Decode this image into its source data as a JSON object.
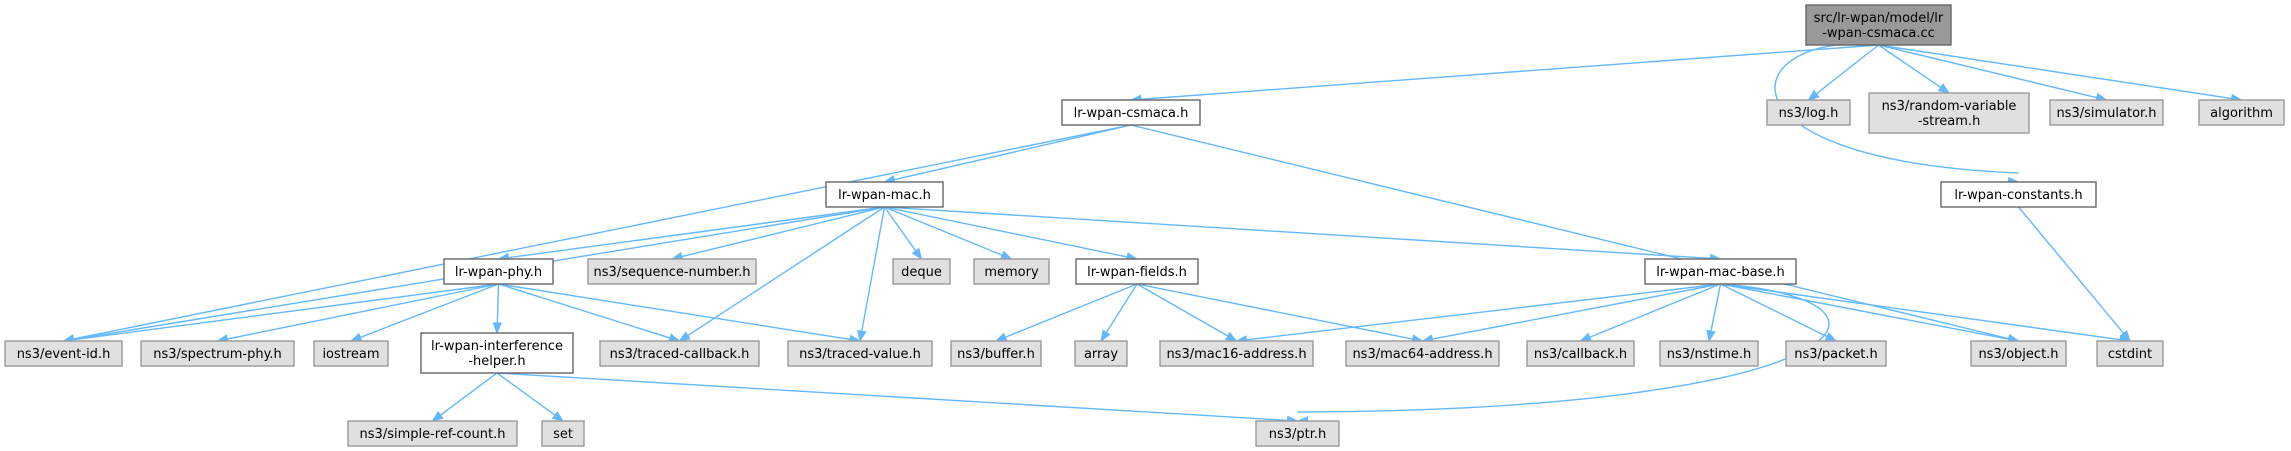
{
  "colors": {
    "root_fill": "#999999",
    "root_stroke": "#666666",
    "local_fill": "#ffffff",
    "local_stroke": "#666666",
    "external_fill": "#e0e0e0",
    "external_stroke": "#999999",
    "edge": "#63b8ff"
  },
  "nodes": [
    {
      "id": "root",
      "kind": "root",
      "lines": [
        "src/lr-wpan/model/lr",
        "-wpan-csmaca.cc"
      ]
    },
    {
      "id": "csmaca_h",
      "kind": "local",
      "lines": [
        "lr-wpan-csmaca.h"
      ]
    },
    {
      "id": "log_h",
      "kind": "external",
      "lines": [
        "ns3/log.h"
      ]
    },
    {
      "id": "rvs_h",
      "kind": "external",
      "lines": [
        "ns3/random-variable",
        "-stream.h"
      ]
    },
    {
      "id": "simulator_h",
      "kind": "external",
      "lines": [
        "ns3/simulator.h"
      ]
    },
    {
      "id": "algorithm",
      "kind": "external",
      "lines": [
        "algorithm"
      ]
    },
    {
      "id": "constants_h",
      "kind": "local",
      "lines": [
        "lr-wpan-constants.h"
      ]
    },
    {
      "id": "mac_h",
      "kind": "local",
      "lines": [
        "lr-wpan-mac.h"
      ]
    },
    {
      "id": "phy_h",
      "kind": "local",
      "lines": [
        "lr-wpan-phy.h"
      ]
    },
    {
      "id": "seqnum_h",
      "kind": "external",
      "lines": [
        "ns3/sequence-number.h"
      ]
    },
    {
      "id": "deque",
      "kind": "external",
      "lines": [
        "deque"
      ]
    },
    {
      "id": "memory",
      "kind": "external",
      "lines": [
        "memory"
      ]
    },
    {
      "id": "fields_h",
      "kind": "local",
      "lines": [
        "lr-wpan-fields.h"
      ]
    },
    {
      "id": "macbase_h",
      "kind": "local",
      "lines": [
        "lr-wpan-mac-base.h"
      ]
    },
    {
      "id": "eventid_h",
      "kind": "external",
      "lines": [
        "ns3/event-id.h"
      ]
    },
    {
      "id": "spectrum_h",
      "kind": "external",
      "lines": [
        "ns3/spectrum-phy.h"
      ]
    },
    {
      "id": "iostream",
      "kind": "external",
      "lines": [
        "iostream"
      ]
    },
    {
      "id": "interf_h",
      "kind": "local",
      "lines": [
        "lr-wpan-interference",
        "-helper.h"
      ]
    },
    {
      "id": "tcallback_h",
      "kind": "external",
      "lines": [
        "ns3/traced-callback.h"
      ]
    },
    {
      "id": "tvalue_h",
      "kind": "external",
      "lines": [
        "ns3/traced-value.h"
      ]
    },
    {
      "id": "buffer_h",
      "kind": "external",
      "lines": [
        "ns3/buffer.h"
      ]
    },
    {
      "id": "array",
      "kind": "external",
      "lines": [
        "array"
      ]
    },
    {
      "id": "mac16_h",
      "kind": "external",
      "lines": [
        "ns3/mac16-address.h"
      ]
    },
    {
      "id": "mac64_h",
      "kind": "external",
      "lines": [
        "ns3/mac64-address.h"
      ]
    },
    {
      "id": "callback_h",
      "kind": "external",
      "lines": [
        "ns3/callback.h"
      ]
    },
    {
      "id": "nstime_h",
      "kind": "external",
      "lines": [
        "ns3/nstime.h"
      ]
    },
    {
      "id": "packet_h",
      "kind": "external",
      "lines": [
        "ns3/packet.h"
      ]
    },
    {
      "id": "object_h",
      "kind": "external",
      "lines": [
        "ns3/object.h"
      ]
    },
    {
      "id": "cstdint",
      "kind": "external",
      "lines": [
        "cstdint"
      ]
    },
    {
      "id": "simplerc_h",
      "kind": "external",
      "lines": [
        "ns3/simple-ref-count.h"
      ]
    },
    {
      "id": "set",
      "kind": "external",
      "lines": [
        "set"
      ]
    },
    {
      "id": "ptr_h",
      "kind": "external",
      "lines": [
        "ns3/ptr.h"
      ]
    }
  ],
  "edges": [
    {
      "from": "root",
      "to": "csmaca_h"
    },
    {
      "from": "root",
      "to": "log_h"
    },
    {
      "from": "root",
      "to": "rvs_h"
    },
    {
      "from": "root",
      "to": "simulator_h"
    },
    {
      "from": "root",
      "to": "algorithm"
    },
    {
      "from": "root",
      "to": "constants_h"
    },
    {
      "from": "csmaca_h",
      "to": "mac_h"
    },
    {
      "from": "csmaca_h",
      "to": "eventid_h"
    },
    {
      "from": "csmaca_h",
      "to": "object_h"
    },
    {
      "from": "mac_h",
      "to": "phy_h"
    },
    {
      "from": "mac_h",
      "to": "seqnum_h"
    },
    {
      "from": "mac_h",
      "to": "deque"
    },
    {
      "from": "mac_h",
      "to": "memory"
    },
    {
      "from": "mac_h",
      "to": "fields_h"
    },
    {
      "from": "mac_h",
      "to": "macbase_h"
    },
    {
      "from": "mac_h",
      "to": "eventid_h"
    },
    {
      "from": "mac_h",
      "to": "tcallback_h"
    },
    {
      "from": "mac_h",
      "to": "tvalue_h"
    },
    {
      "from": "phy_h",
      "to": "eventid_h"
    },
    {
      "from": "phy_h",
      "to": "spectrum_h"
    },
    {
      "from": "phy_h",
      "to": "iostream"
    },
    {
      "from": "phy_h",
      "to": "interf_h"
    },
    {
      "from": "phy_h",
      "to": "tcallback_h"
    },
    {
      "from": "phy_h",
      "to": "tvalue_h"
    },
    {
      "from": "fields_h",
      "to": "buffer_h"
    },
    {
      "from": "fields_h",
      "to": "array"
    },
    {
      "from": "fields_h",
      "to": "mac16_h"
    },
    {
      "from": "fields_h",
      "to": "mac64_h"
    },
    {
      "from": "macbase_h",
      "to": "mac16_h"
    },
    {
      "from": "macbase_h",
      "to": "mac64_h"
    },
    {
      "from": "macbase_h",
      "to": "callback_h"
    },
    {
      "from": "macbase_h",
      "to": "nstime_h"
    },
    {
      "from": "macbase_h",
      "to": "packet_h"
    },
    {
      "from": "macbase_h",
      "to": "object_h"
    },
    {
      "from": "macbase_h",
      "to": "cstdint"
    },
    {
      "from": "macbase_h",
      "to": "ptr_h"
    },
    {
      "from": "interf_h",
      "to": "simplerc_h"
    },
    {
      "from": "interf_h",
      "to": "set"
    },
    {
      "from": "interf_h",
      "to": "ptr_h"
    },
    {
      "from": "constants_h",
      "to": "cstdint"
    }
  ]
}
